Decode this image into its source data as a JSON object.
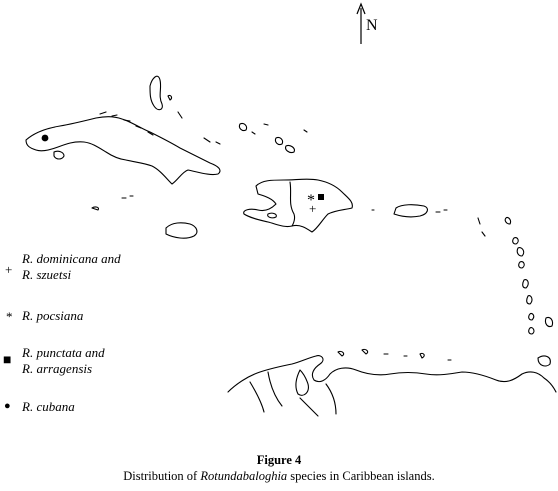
{
  "north_label": "N",
  "legend": [
    {
      "symbol": "+",
      "symbol_name": "plus-marker",
      "lines": [
        "R. dominicana and",
        "R. szuetsi"
      ]
    },
    {
      "symbol": "*",
      "symbol_name": "asterisk-marker",
      "lines": [
        "R. pocsiana"
      ]
    },
    {
      "symbol": "■",
      "symbol_name": "square-marker",
      "lines": [
        "R. punctata and",
        "R. arragensis"
      ]
    },
    {
      "symbol": "●",
      "symbol_name": "circle-marker",
      "lines": [
        "R. cubana"
      ]
    }
  ],
  "caption": {
    "title": "Figure 4",
    "text_before": "Distribution of ",
    "text_italic": "Rotundabaloghia",
    "text_after": " species in Caribbean islands."
  }
}
